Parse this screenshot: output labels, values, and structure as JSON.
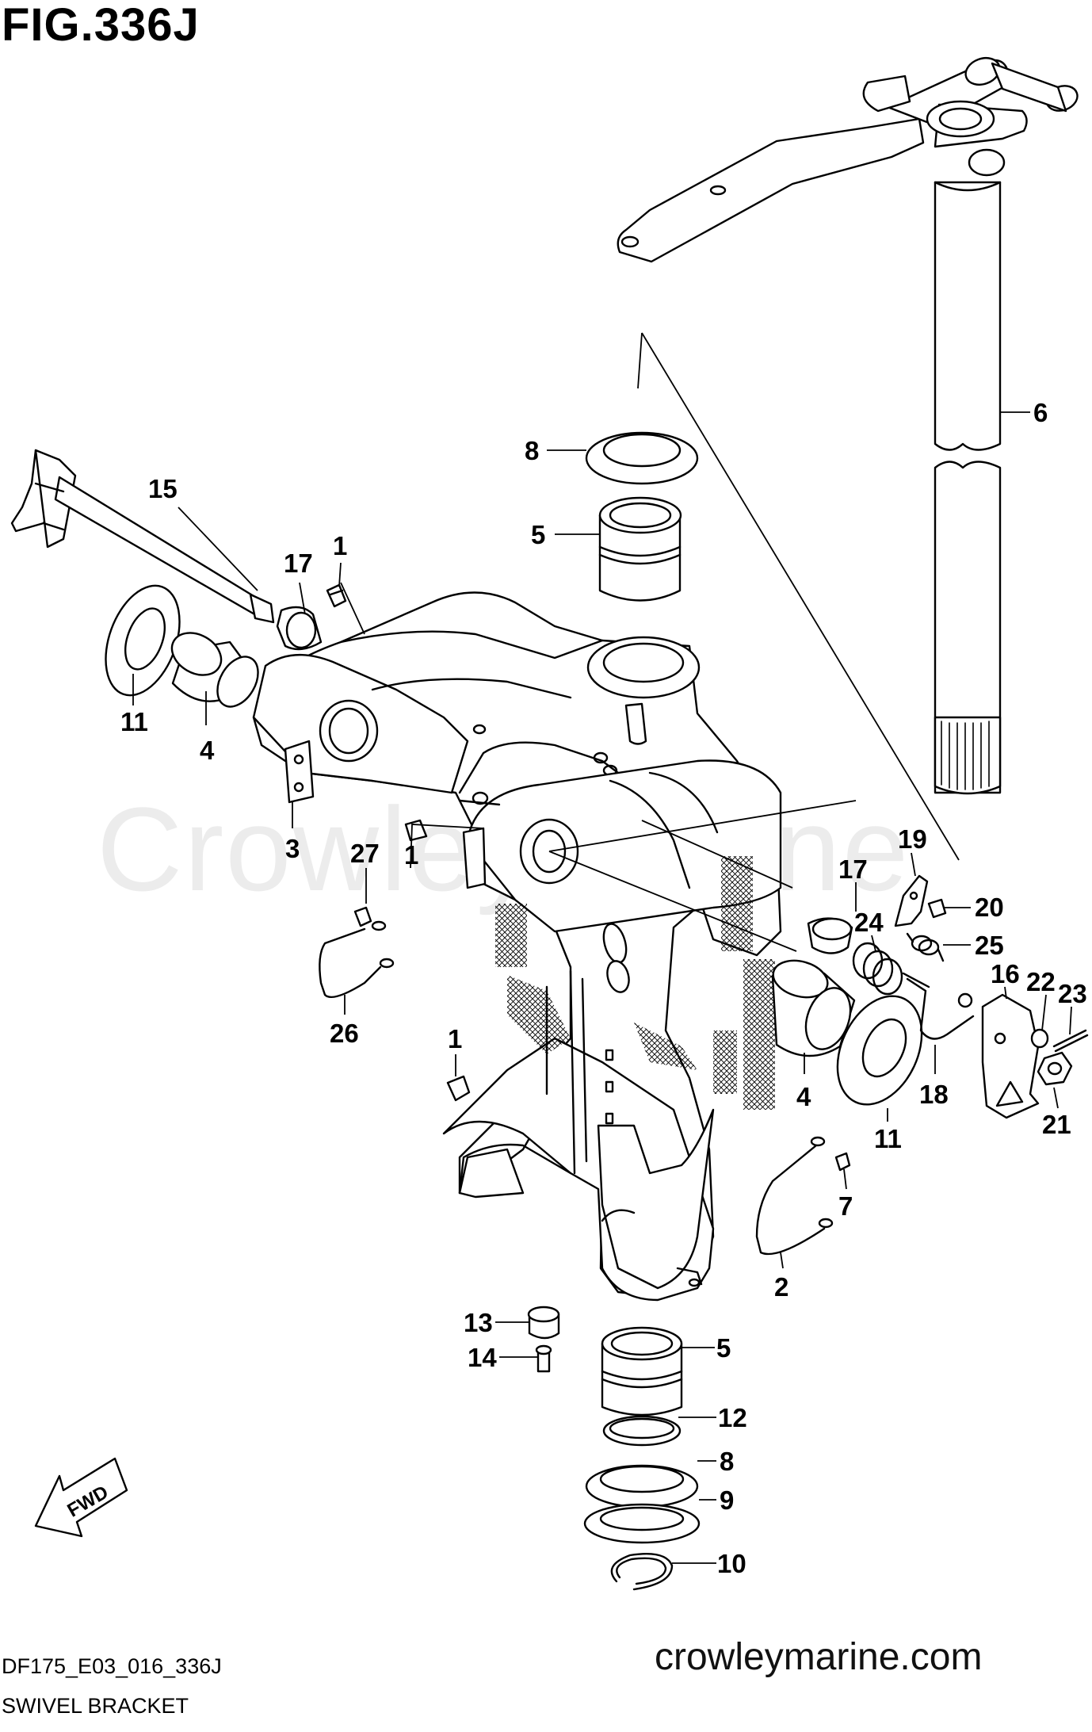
{
  "figure": {
    "title": "FIG.336J",
    "code": "DF175_E03_016_336J",
    "caption": "SWIVEL BRACKET",
    "watermark": "CrowleyMarine",
    "website": "crowleymarine.com",
    "fwd_label": "FWD"
  },
  "callouts": [
    {
      "id": "c1a",
      "label": "1"
    },
    {
      "id": "c1b",
      "label": "1"
    },
    {
      "id": "c1c",
      "label": "1"
    },
    {
      "id": "c2",
      "label": "2"
    },
    {
      "id": "c3",
      "label": "3"
    },
    {
      "id": "c4a",
      "label": "4"
    },
    {
      "id": "c4b",
      "label": "4"
    },
    {
      "id": "c5a",
      "label": "5"
    },
    {
      "id": "c5b",
      "label": "5"
    },
    {
      "id": "c6",
      "label": "6"
    },
    {
      "id": "c7",
      "label": "7"
    },
    {
      "id": "c8a",
      "label": "8"
    },
    {
      "id": "c8b",
      "label": "8"
    },
    {
      "id": "c9",
      "label": "9"
    },
    {
      "id": "c10",
      "label": "10"
    },
    {
      "id": "c11a",
      "label": "11"
    },
    {
      "id": "c11b",
      "label": "11"
    },
    {
      "id": "c12",
      "label": "12"
    },
    {
      "id": "c13",
      "label": "13"
    },
    {
      "id": "c14",
      "label": "14"
    },
    {
      "id": "c15",
      "label": "15"
    },
    {
      "id": "c16",
      "label": "16"
    },
    {
      "id": "c17a",
      "label": "17"
    },
    {
      "id": "c17b",
      "label": "17"
    },
    {
      "id": "c18",
      "label": "18"
    },
    {
      "id": "c19",
      "label": "19"
    },
    {
      "id": "c20",
      "label": "20"
    },
    {
      "id": "c21",
      "label": "21"
    },
    {
      "id": "c22",
      "label": "22"
    },
    {
      "id": "c23",
      "label": "23"
    },
    {
      "id": "c24",
      "label": "24"
    },
    {
      "id": "c25",
      "label": "25"
    },
    {
      "id": "c26",
      "label": "26"
    },
    {
      "id": "c27",
      "label": "27"
    }
  ]
}
